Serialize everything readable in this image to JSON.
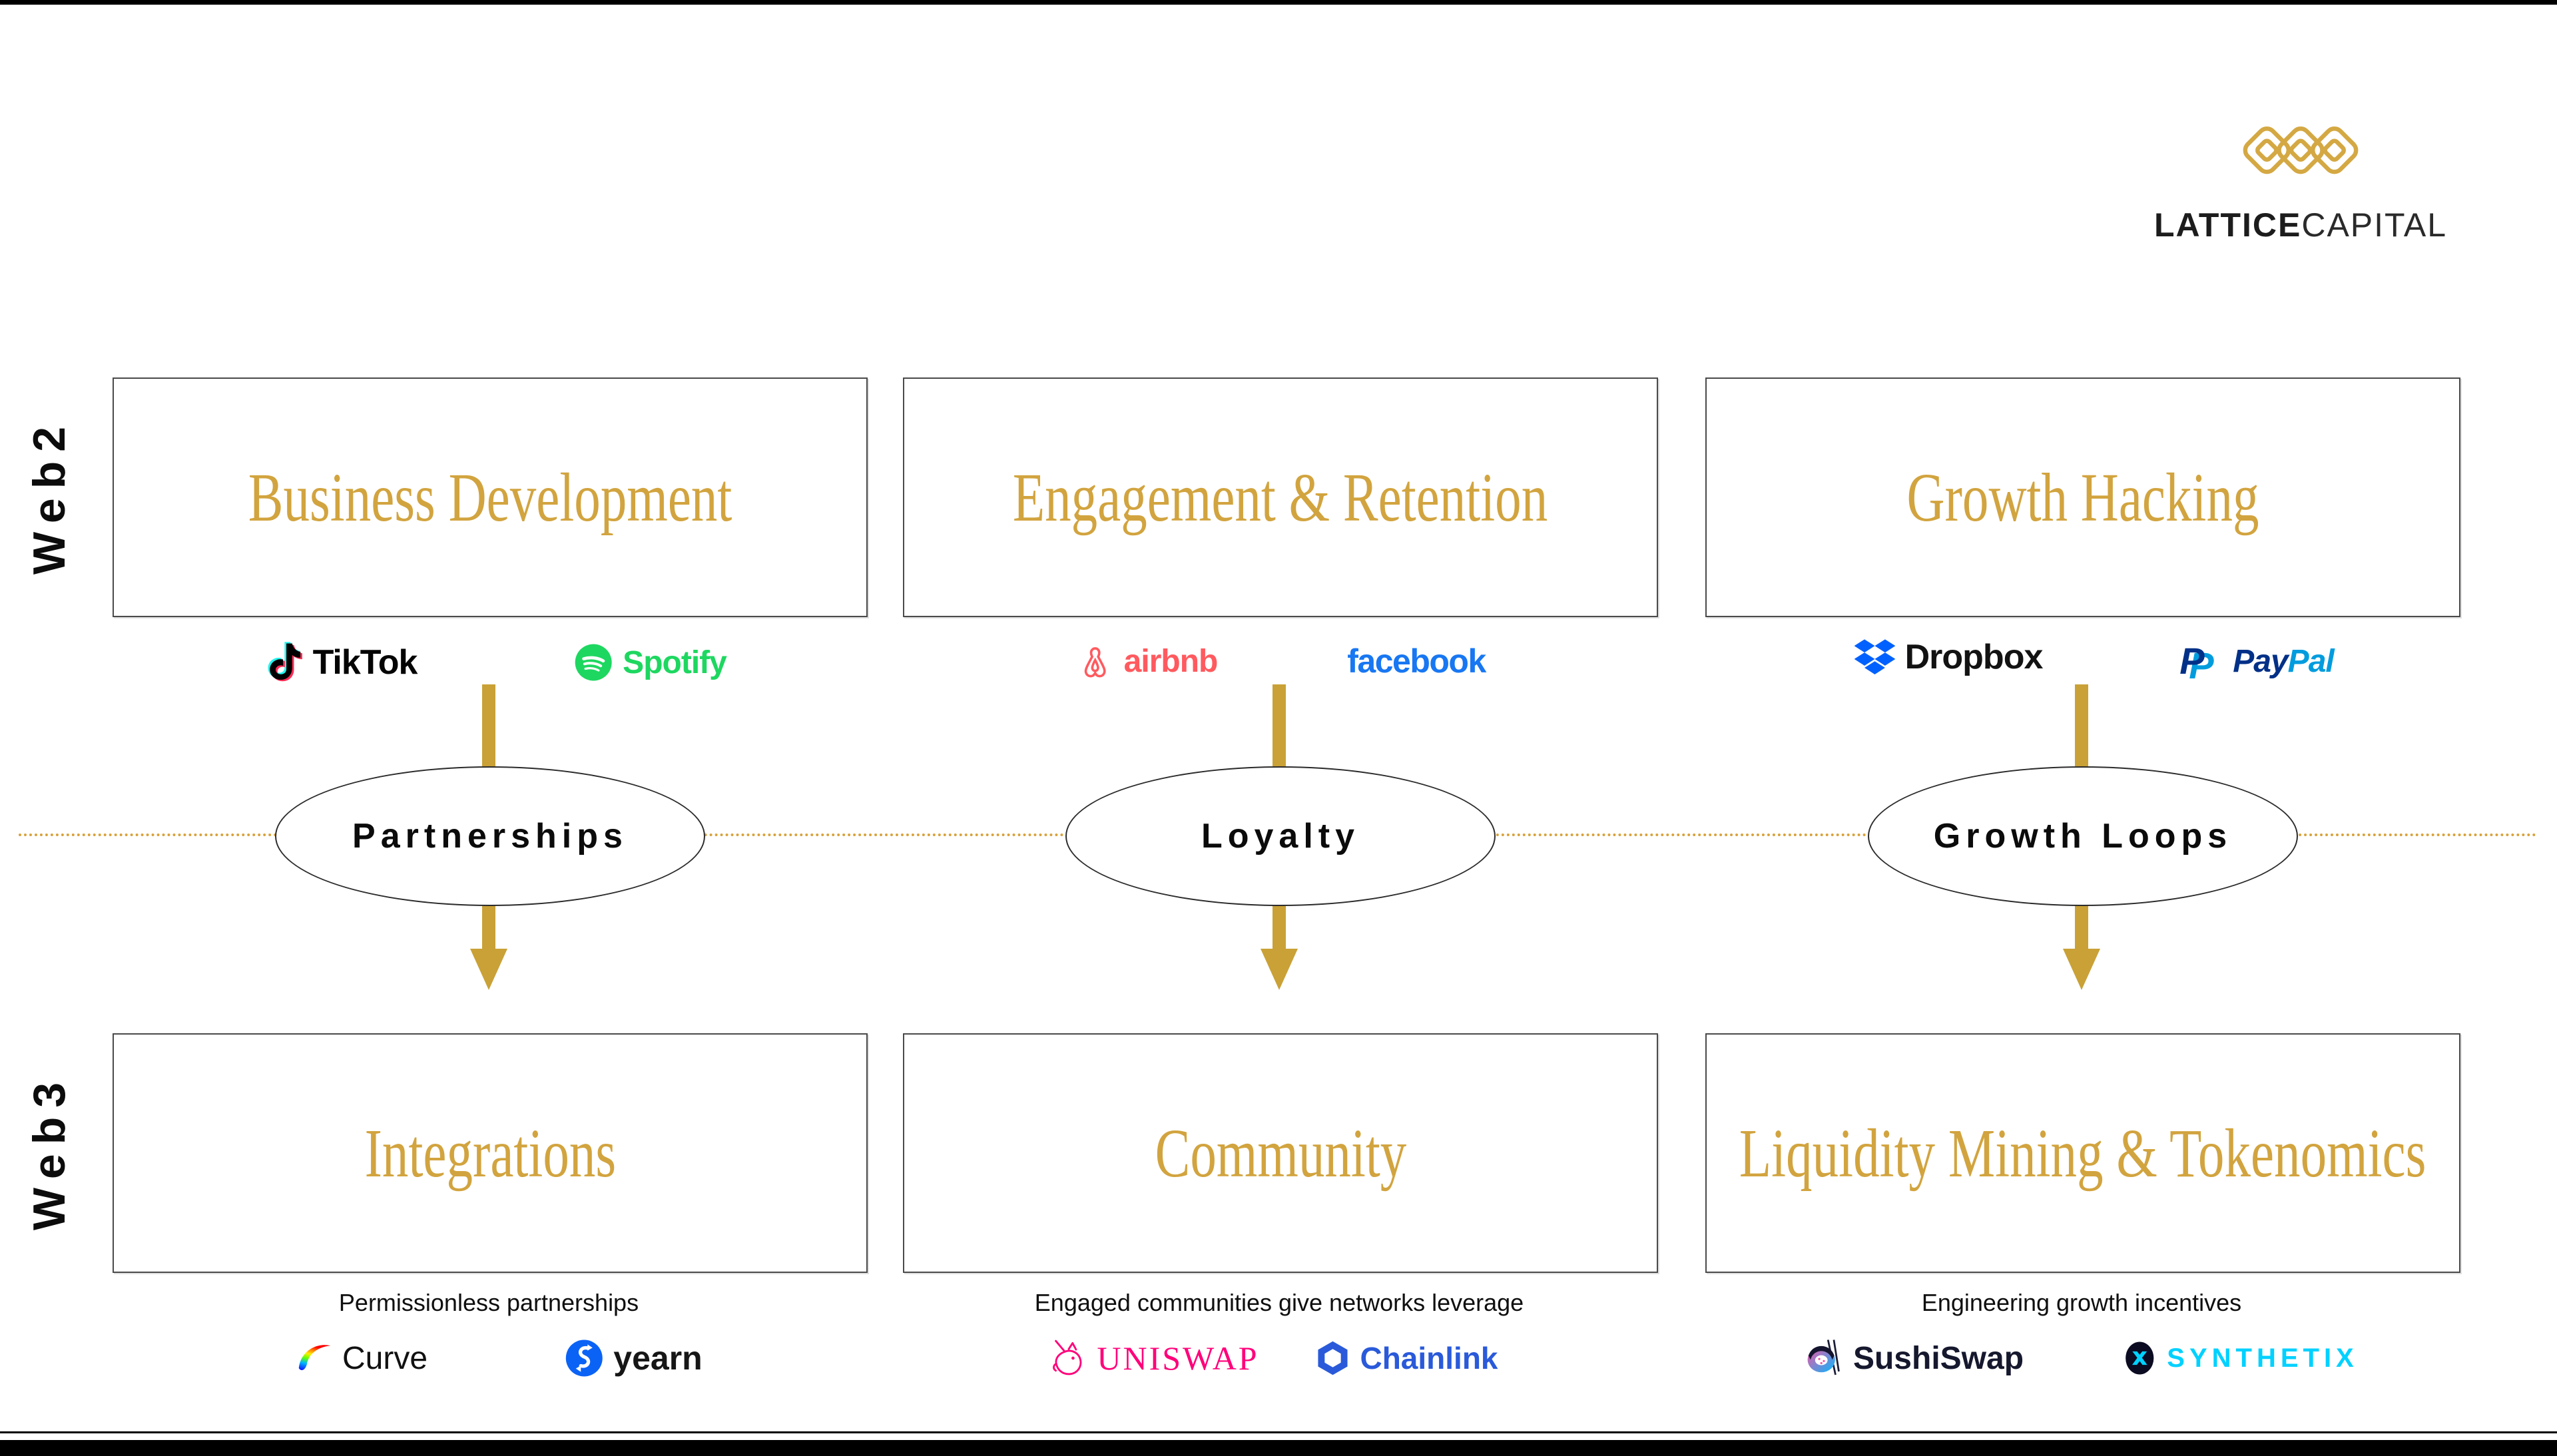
{
  "header": {
    "logo": {
      "bold": "LATTICE",
      "light": "CAPITAL"
    }
  },
  "web2": {
    "row_label": "Web2",
    "boxes": [
      {
        "title": "Business Development"
      },
      {
        "title": "Engagement & Retention"
      },
      {
        "title": "Growth Hacking"
      }
    ]
  },
  "connectors": [
    {
      "label": "Partnerships"
    },
    {
      "label": "Loyalty"
    },
    {
      "label": "Growth Loops"
    }
  ],
  "web3": {
    "row_label": "Web3",
    "boxes": [
      {
        "title": "Integrations",
        "caption": "Permissionless partnerships"
      },
      {
        "title": "Community",
        "caption": "Engaged communities give networks leverage"
      },
      {
        "title": "Liquidity Mining & Tokenomics",
        "caption": "Engineering growth incentives"
      }
    ]
  },
  "logos": {
    "tiktok": "TikTok",
    "spotify": "Spotify",
    "airbnb": "airbnb",
    "facebook": "facebook",
    "dropbox": "Dropbox",
    "paypal_p": "P",
    "paypal_pay": "Pay",
    "paypal_pal": "Pal",
    "curve": "Curve",
    "yearn": "yearn",
    "uniswap": "UNISWAP",
    "chainlink": "Chainlink",
    "sushiswap": "SushiSwap",
    "synthetix": "SYNTHETIX"
  },
  "colors": {
    "gold_title": "#D2A43F",
    "gold_arrow": "#C9A136",
    "gold_dotted": "#D8A23B",
    "gold_logo": "#D4A843",
    "spotify_green": "#1ED760",
    "airbnb_coral": "#FF5A5F",
    "facebook_blue": "#1877F2",
    "dropbox_blue": "#0061FF",
    "paypal_dark_blue": "#003087",
    "paypal_light_blue": "#009CDE",
    "yearn_blue": "#0B63F6",
    "uniswap_pink": "#FF007A",
    "chainlink_blue": "#2A5ADA",
    "sushiswap_navy": "#16182E",
    "synthetix_cyan": "#00D1FF"
  }
}
